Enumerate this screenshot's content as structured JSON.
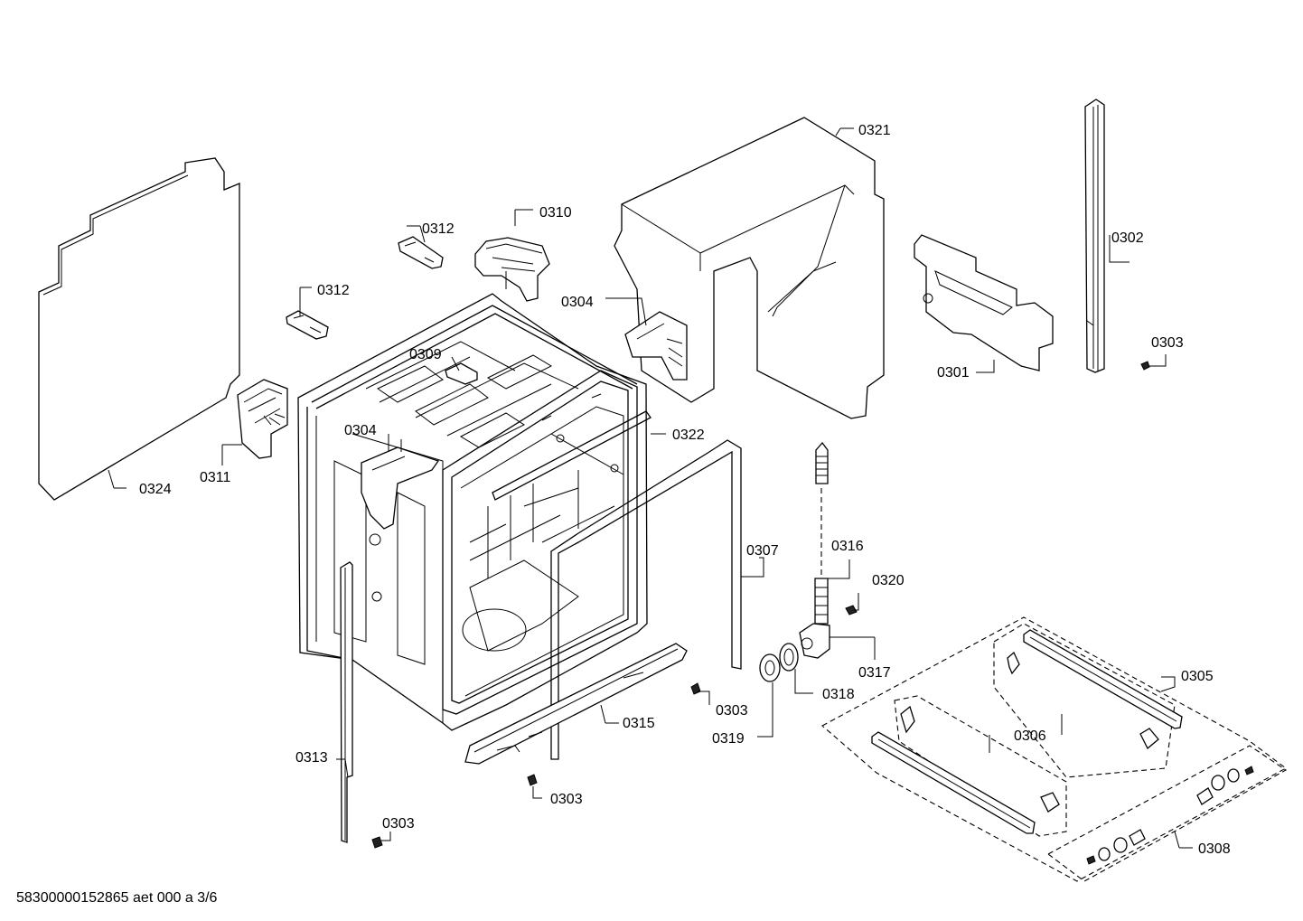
{
  "footer_text": "58300000152865 aet 000 a 3/6",
  "labels": {
    "p0321": "0321",
    "p0302": "0302",
    "p0310": "0310",
    "p0312a": "0312",
    "p0312b": "0312",
    "p0304a": "0304",
    "p0304b": "0304",
    "p0309": "0309",
    "p0303a": "0303",
    "p0301": "0301",
    "p0322": "0322",
    "p0324": "0324",
    "p0311": "0311",
    "p0307": "0307",
    "p0316": "0316",
    "p0320": "0320",
    "p0317": "0317",
    "p0305": "0305",
    "p0318": "0318",
    "p0303b": "0303",
    "p0319": "0319",
    "p0315": "0315",
    "p0306": "0306",
    "p0313": "0313",
    "p0303c": "0303",
    "p0303d": "0303",
    "p0308": "0308"
  }
}
